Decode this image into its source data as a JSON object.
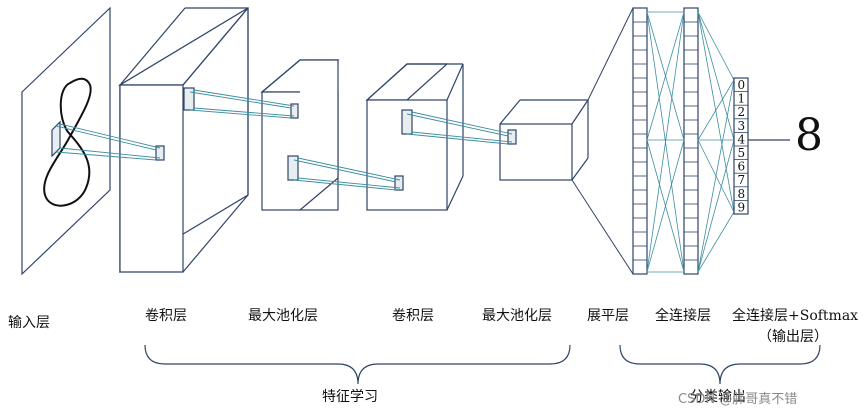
{
  "labels": {
    "input": "输入层",
    "conv1": "卷积层",
    "pool1": "最大池化层",
    "conv2": "卷积层",
    "pool2": "最大池化层",
    "flatten": "展平层",
    "fc": "全连接层",
    "output_line1": "全连接层+Softmax",
    "output_line2": "（输出层）",
    "feature_learning": "特征学习",
    "classification": "分类输出"
  },
  "output_digits": [
    "0",
    "1",
    "2",
    "3",
    "4",
    "5",
    "6",
    "7",
    "8",
    "9"
  ],
  "prediction": "8",
  "watermark": "CSDN @胖哥真不错",
  "colors": {
    "line": "#2f4468",
    "connection": "#3d8fa0",
    "ink": "#111111"
  }
}
